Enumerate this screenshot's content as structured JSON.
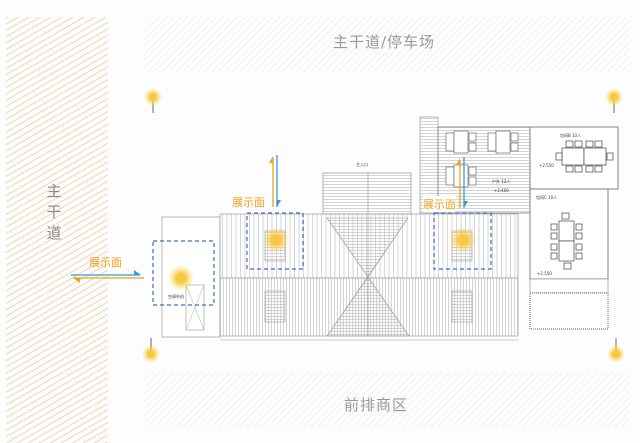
{
  "zones": {
    "left_road": "主干道",
    "top": "主干道/停车场",
    "bottom": "前排商区"
  },
  "display_faces": [
    {
      "id": "left",
      "label": "展示面"
    },
    {
      "id": "center",
      "label": "展示面"
    },
    {
      "id": "right",
      "label": "展示面"
    }
  ],
  "rooms": {
    "main_entrance": "主入口",
    "hall": "户外 12人",
    "hall_elevation": "+2.400",
    "private_room_b": "包间B 10人",
    "private_room_b_elevation": "+2.550",
    "private_room_c": "包间C 10人",
    "private_room_c_elevation": "+2.550",
    "ac_unit": "空调外机"
  },
  "colors": {
    "accent_orange": "#f0a020",
    "accent_blue": "#3399dd",
    "dashed_blue": "#3a6fc0",
    "road_hatch": "#efdcc3",
    "label_gray": "#9a9a9a"
  }
}
